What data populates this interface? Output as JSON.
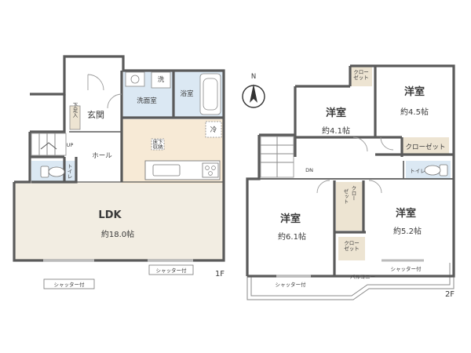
{
  "floor1": {
    "label": "1F",
    "rooms": {
      "ldk": {
        "name": "LDK",
        "area": "約18.0帖"
      },
      "entrance": "玄関",
      "hall": "ホール",
      "washroom": "洗面室",
      "bath": "浴室",
      "toilet": "トイレ",
      "shoe_box": "下足入",
      "washer": "洗",
      "fridge": "冷",
      "floor_storage": "床下\n収納",
      "stairs_up": "UP"
    },
    "shutters": {
      "south": "シャッター付",
      "west": "シャッター付"
    }
  },
  "floor2": {
    "label": "2F",
    "rooms": {
      "r1": {
        "name": "洋室",
        "area": "約4.1帖"
      },
      "r2": {
        "name": "洋室",
        "area": "約4.5帖"
      },
      "r3": {
        "name": "洋室",
        "area": "約6.1帖"
      },
      "r4": {
        "name": "洋室",
        "area": "約5.2帖"
      },
      "closet_top": "クロー\nゼット",
      "closet_side": "クローゼット",
      "closet_mid": "クロー\nゼット",
      "closet_bottom": "クロー\nゼット",
      "toilet": "トイレ",
      "stairs_dn": "DN",
      "balcony": "バルコニー"
    },
    "shutters": {
      "left": "シャッター付",
      "right": "シャッター付"
    }
  },
  "north_label": "N",
  "colors": {
    "wall": "#5a5a5a",
    "ldk_floor": "#f2ede2",
    "kitchen_floor": "#f7ead6",
    "wet_area": "#dbe8f3",
    "closet": "#ede4d2",
    "room_floor": "#ffffff"
  }
}
